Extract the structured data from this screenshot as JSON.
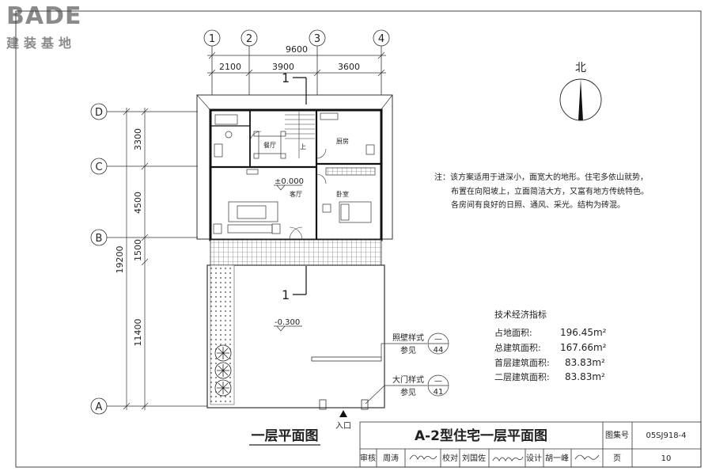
{
  "logo": {
    "brand": "BADE",
    "subtitle": "建装基地"
  },
  "axes": {
    "columns": [
      "1",
      "2",
      "3",
      "4"
    ],
    "rows": [
      "D",
      "C",
      "B",
      "A"
    ]
  },
  "dimensions": {
    "top_total": "9600",
    "top_segments": [
      "2100",
      "3900",
      "3600"
    ],
    "left_segments": [
      "3300",
      "4500",
      "1500",
      "11400"
    ],
    "left_total": "19200"
  },
  "section_mark": "1",
  "rooms": {
    "dining": "餐厅",
    "stair_up": "上",
    "kitchen": "厨房",
    "living": "客厅",
    "bedroom": "卧室"
  },
  "levels": {
    "indoor": "±0.000",
    "outdoor": "-0.300"
  },
  "north": "北",
  "note": {
    "line1": "注：该方案适用于进深小，面宽大的地形。住宅多依山就势，",
    "line2": "布置在向阳坡上，立面简洁大方，又富有地方传统特色。",
    "line3": "各房间有良好的日照、通风、采光。结构为砖混。"
  },
  "tech": {
    "title": "技术经济指标",
    "rows": [
      {
        "label": "占地面积:",
        "value": "196.45m²"
      },
      {
        "label": "总建筑面积:",
        "value": "167.66m²"
      },
      {
        "label": "首层建筑面积:",
        "value": "83.83m²"
      },
      {
        "label": "二层建筑面积:",
        "value": "83.83m²"
      }
    ]
  },
  "callouts": [
    {
      "text": "照壁样式",
      "ref": "参见",
      "top": "—",
      "num": "44"
    },
    {
      "text": "大门样式",
      "ref": "参见",
      "top": "—",
      "num": "41"
    }
  ],
  "entrance": "入口",
  "plan_title": "一层平面图",
  "title_block": {
    "drawing_title": "A-2型住宅一层平面图",
    "atlas_label": "图集号",
    "atlas_no": "05SJ918-4",
    "page_label": "页",
    "page_no": "10",
    "review_label": "审核",
    "reviewer": "周涛",
    "check_label": "校对",
    "checker": "刘国佐",
    "design_label": "设计",
    "designer": "胡一峰"
  }
}
